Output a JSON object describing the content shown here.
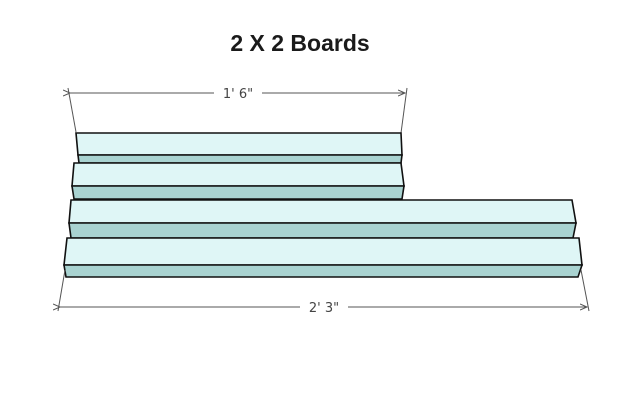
{
  "title": "2 X 2 Boards",
  "dimensions": {
    "short_length": "1' 6\"",
    "long_length": "2' 3\""
  },
  "colors": {
    "board_face_light": "#dff6f6",
    "board_face_dark": "#a9d3d1",
    "outline": "#111111",
    "dimension_line": "#555555"
  }
}
